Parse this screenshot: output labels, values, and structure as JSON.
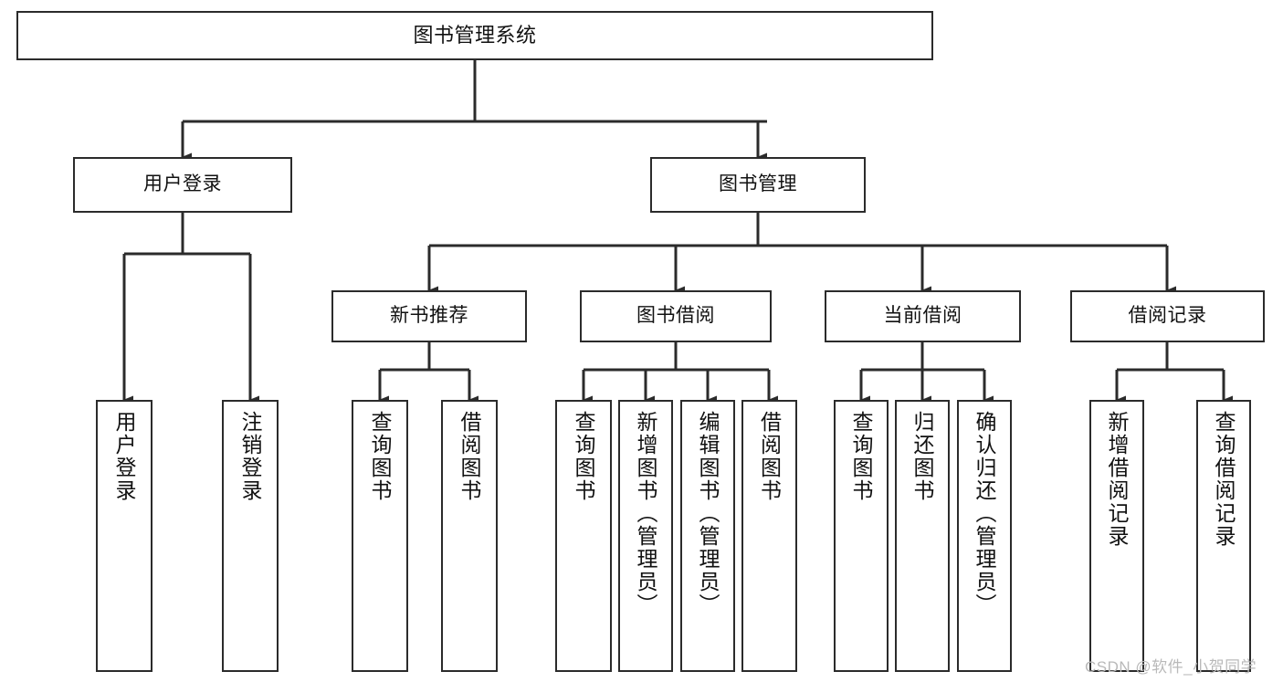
{
  "diagram": {
    "title": "图书管理系统",
    "type": "tree-hierarchy-diagram",
    "colors": {
      "box_border": "#2b2b2b",
      "box_fill": "#ffffff",
      "connector": "#2b2b2b",
      "background": "#ffffff",
      "watermark": "#b9b9b9"
    },
    "root": {
      "label": "图书管理系统"
    },
    "level2": [
      {
        "label": "用户登录"
      },
      {
        "label": "图书管理"
      }
    ],
    "level3": [
      {
        "label": "新书推荐"
      },
      {
        "label": "图书借阅"
      },
      {
        "label": "当前借阅"
      },
      {
        "label": "借阅记录"
      }
    ],
    "leaves": {
      "user_login": [
        {
          "label": "用户登录"
        },
        {
          "label": "注销登录"
        }
      ],
      "new_book_recommend": [
        {
          "label": "查询图书"
        },
        {
          "label": "借阅图书"
        }
      ],
      "book_borrow": [
        {
          "label": "查询图书"
        },
        {
          "label": "新增图书（管理员）"
        },
        {
          "label": "编辑图书（管理员）"
        },
        {
          "label": "借阅图书"
        }
      ],
      "current_borrow": [
        {
          "label": "查询图书"
        },
        {
          "label": "归还图书"
        },
        {
          "label": "确认归还（管理员）"
        }
      ],
      "borrow_record": [
        {
          "label": "新增借阅记录"
        },
        {
          "label": "查询借阅记录"
        }
      ]
    }
  },
  "watermark": {
    "text": "CSDN @软件_小贺同学"
  }
}
